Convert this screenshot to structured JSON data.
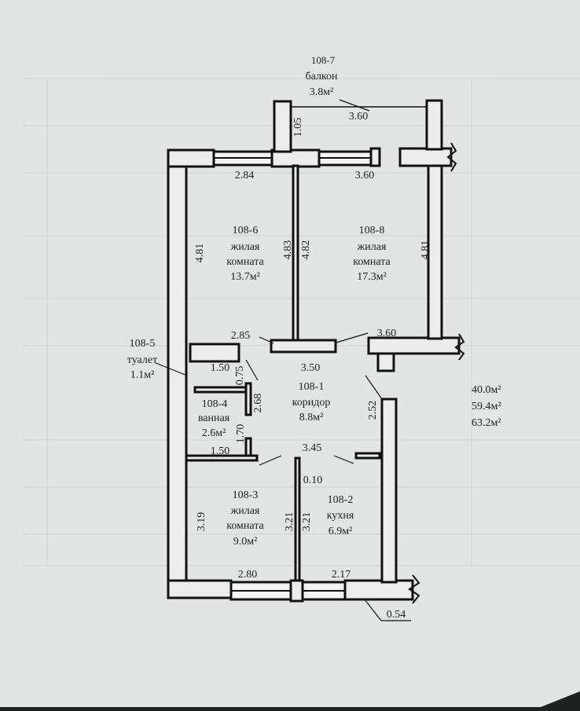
{
  "balcony": {
    "code": "108-7",
    "label": "балкон",
    "area": "3.8м²"
  },
  "rooms": {
    "r6": {
      "code": "108-6",
      "type1": "жилая",
      "type2": "комната",
      "area": "13.7м²"
    },
    "r8": {
      "code": "108-8",
      "type1": "жилая",
      "type2": "комната",
      "area": "17.3м²"
    },
    "r5": {
      "code": "108-5",
      "type": "туалет",
      "area": "1.1м²"
    },
    "r4": {
      "code": "108-4",
      "type": "ванная",
      "area": "2.6м²"
    },
    "r1": {
      "code": "108-1",
      "type": "коридор",
      "area": "8.8м²"
    },
    "r3": {
      "code": "108-3",
      "type1": "жилая",
      "type2": "комната",
      "area": "9.0м²"
    },
    "r2": {
      "code": "108-2",
      "type": "кухня",
      "area": "6.9м²"
    }
  },
  "dims": {
    "d_105": "1.05",
    "d_360_top": "3.60",
    "d_284": "2.84",
    "d_360_b": "3.60",
    "d_481_l": "4.81",
    "d_483": "4.83",
    "d_482": "4.82",
    "d_481_r": "4.81",
    "d_285": "2.85",
    "d_360_c": "3.60",
    "d_150_t": "1.50",
    "d_350": "3.50",
    "d_075": "0.75",
    "d_268": "2.68",
    "d_170": "1.70",
    "d_252": "2.52",
    "d_150_b": "1.50",
    "d_345": "3.45",
    "d_010": "0.10",
    "d_319": "3.19",
    "d_321_a": "3.21",
    "d_321_b": "3.21",
    "d_280": "2.80",
    "d_217": "2.17",
    "d_054": "0.54"
  },
  "totals": [
    "40.0м²",
    "59.4м²",
    "63.2м²"
  ],
  "colors": {
    "paper": "#e3e6e4",
    "ink": "#1a1a1a",
    "background": "#1f2220"
  }
}
